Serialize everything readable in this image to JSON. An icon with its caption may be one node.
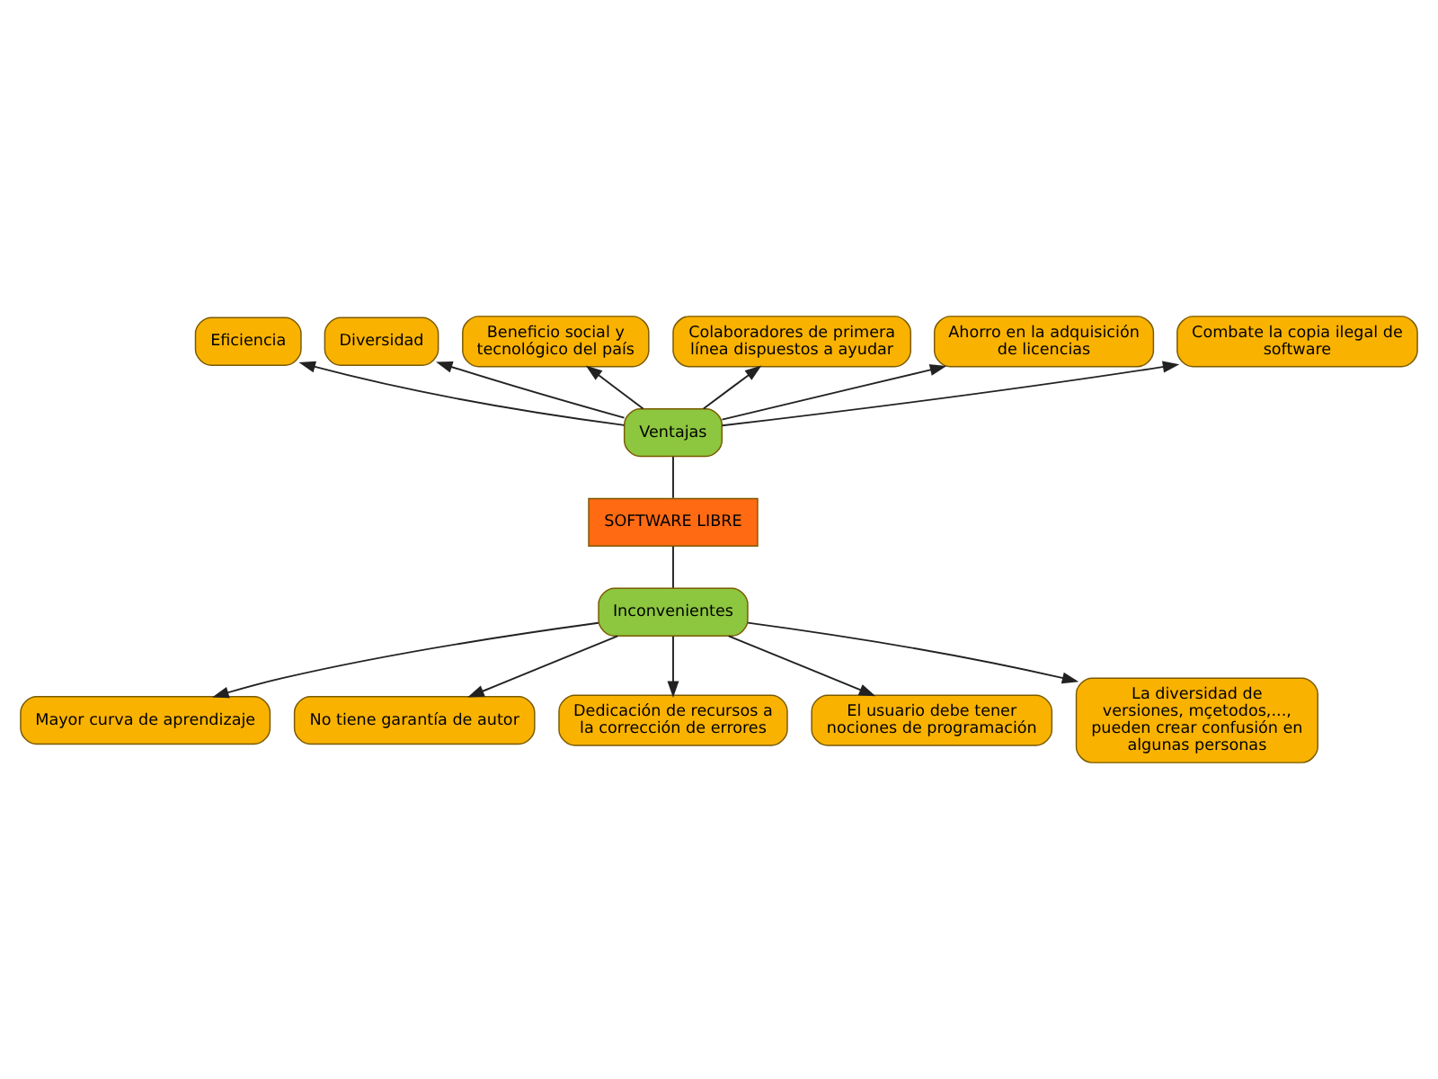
{
  "diagram": {
    "nodes": [
      {
        "text": [
          "Eficiencia"
        ]
      },
      {
        "text": [
          "Diversidad"
        ]
      },
      {
        "text": [
          "Beneficio social y tecnológico del país"
        ]
      },
      {
        "text": [
          "Colaboradores de primera línea dispuestos a ayudar"
        ]
      },
      {
        "text": [
          "Ahorro en la adquisición de licencias"
        ]
      },
      {
        "text": [
          "Combate la copia ilegal de software"
        ]
      },
      {
        "text": [
          "Ventajas"
        ]
      },
      {
        "text": [
          "SOFTWARE LIBRE"
        ]
      },
      {
        "text": [
          "Inconvenientes"
        ]
      },
      {
        "text": [
          "Mayor curva de aprendizaje"
        ]
      },
      {
        "text": [
          "No tiene garantía de autor"
        ]
      },
      {
        "text": [
          "Dedicación de recursos a la corrección de errores"
        ]
      },
      {
        "text": [
          "El usuario debe tener nociones de programación"
        ]
      },
      {
        "text": [
          "La diversidad de versiones, mçetodos,..., pueden crear confusión en algunas personas"
        ]
      }
    ],
    "edges": [
      {
        "from": 7,
        "to": 6,
        "arrow": "none"
      },
      {
        "from": 6,
        "to": 0,
        "arrow": "to"
      },
      {
        "from": 6,
        "to": 1,
        "arrow": "to"
      },
      {
        "from": 6,
        "to": 2,
        "arrow": "to"
      },
      {
        "from": 6,
        "to": 3,
        "arrow": "to"
      },
      {
        "from": 6,
        "to": 4,
        "arrow": "to"
      },
      {
        "from": 6,
        "to": 5,
        "arrow": "to"
      },
      {
        "from": 7,
        "to": 8,
        "arrow": "none"
      },
      {
        "from": 8,
        "to": 9,
        "arrow": "to"
      },
      {
        "from": 8,
        "to": 10,
        "arrow": "to"
      },
      {
        "from": 8,
        "to": 11,
        "arrow": "to"
      },
      {
        "from": 8,
        "to": 12,
        "arrow": "to"
      },
      {
        "from": 8,
        "to": 13,
        "arrow": "to"
      }
    ]
  }
}
